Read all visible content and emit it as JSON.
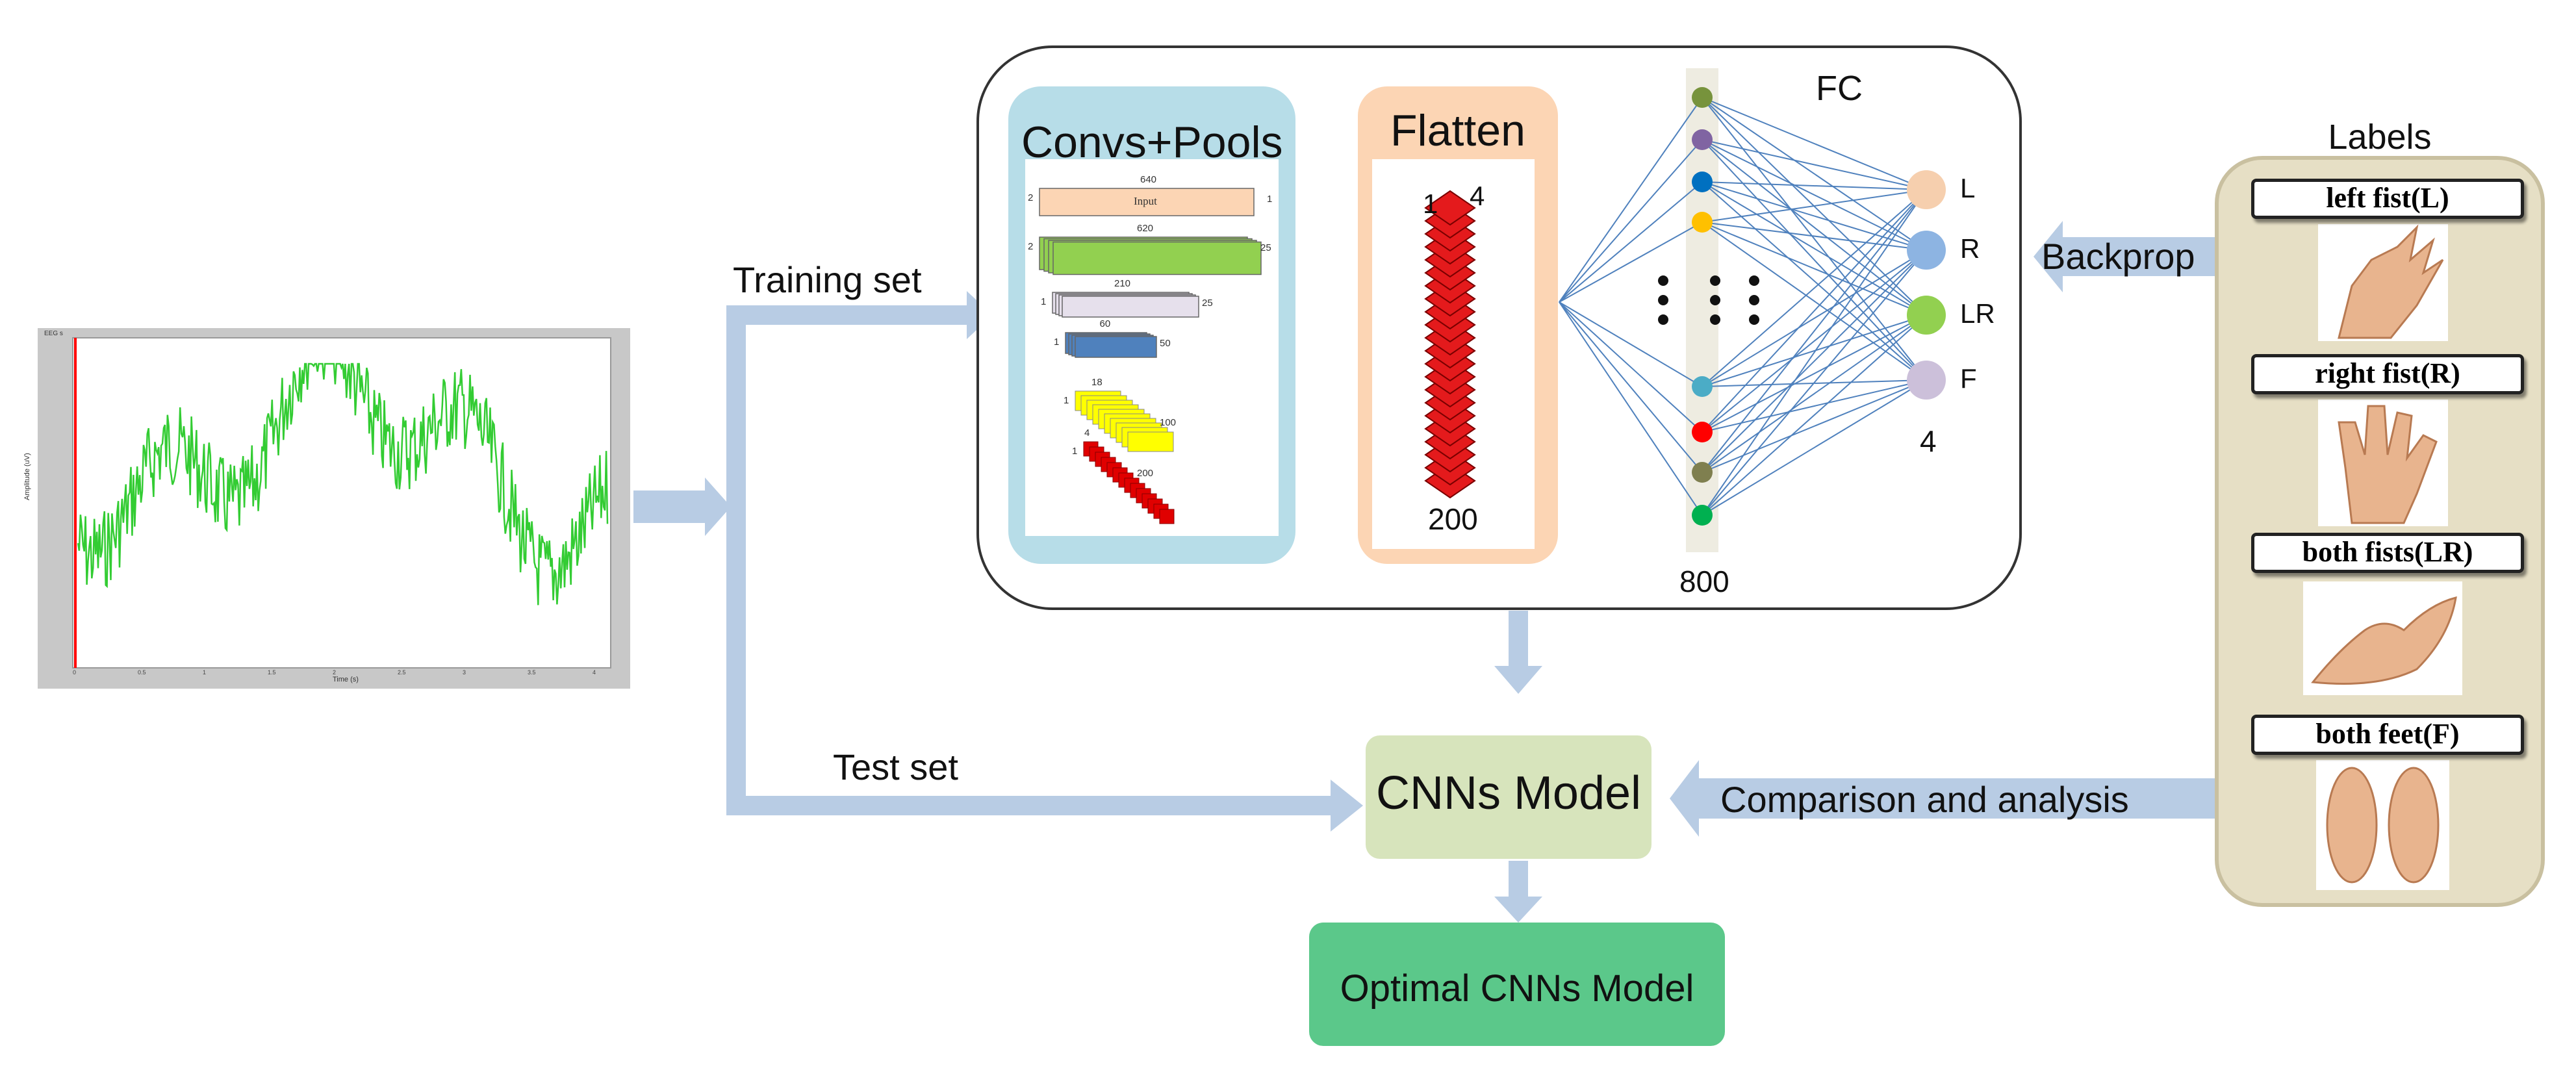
{
  "input": {
    "eeg_plot_title": "EEG s",
    "eeg_ylabel": "Amplitude (uV)",
    "eeg_xlabel": "Time (s)",
    "eeg_ticks": [
      "0",
      "0.5",
      "1",
      "1.5",
      "2",
      "2.5",
      "3",
      "3.5",
      "4"
    ]
  },
  "flow": {
    "training_set": "Training  set",
    "test_set": "Test  set",
    "backprop": "Backprop",
    "comparison": "Comparison and analysis"
  },
  "network": {
    "convs_title": "Convs+Pools",
    "conv_layers": [
      {
        "name": "Input",
        "size": "640",
        "depth": "1",
        "width": "2"
      },
      {
        "name": "",
        "size": "620",
        "depth": "25",
        "width": "2"
      },
      {
        "name": "",
        "size": "210",
        "depth": "25",
        "width": "1"
      },
      {
        "name": "",
        "size": "60",
        "depth": "50",
        "width": "1"
      },
      {
        "name": "",
        "size": "18",
        "depth": "100",
        "width": "1"
      },
      {
        "name": "",
        "size": "4",
        "depth": "200",
        "width": "1"
      }
    ],
    "flatten_title": "Flatten",
    "flatten_top_left": "1",
    "flatten_top_right": "4",
    "flatten_size": "200",
    "fc_title": "FC",
    "fc_size": "800",
    "output_size": "4",
    "outputs": [
      {
        "label": "L",
        "color": "#f6cfae"
      },
      {
        "label": "R",
        "color": "#8db4e2"
      },
      {
        "label": "LR",
        "color": "#92d050"
      },
      {
        "label": "F",
        "color": "#ccc0da"
      }
    ],
    "hidden_node_colors": [
      "#77933c",
      "#8064a2",
      "#0070c0",
      "#ffc000",
      "#4bacc6",
      "#ff0000",
      "#7f7f4f",
      "#00b050"
    ]
  },
  "model": {
    "cnn_model": "CNNs Model",
    "optimal_model": "Optimal CNNs  Model"
  },
  "labels": {
    "title": "Labels",
    "items": [
      "left fist(L)",
      "right fist(R)",
      "both fists(LR)",
      "both feet(F)"
    ]
  },
  "colors": {
    "arrow": "#b8cce4",
    "convs_panel": "#b7dde8",
    "flatten_panel": "#fcd5b4",
    "model_box": "#d7e4bc",
    "optimal_box": "#5bc88a",
    "labels_panel": "#e6dfc5",
    "eeg_line": "#33cc33"
  }
}
